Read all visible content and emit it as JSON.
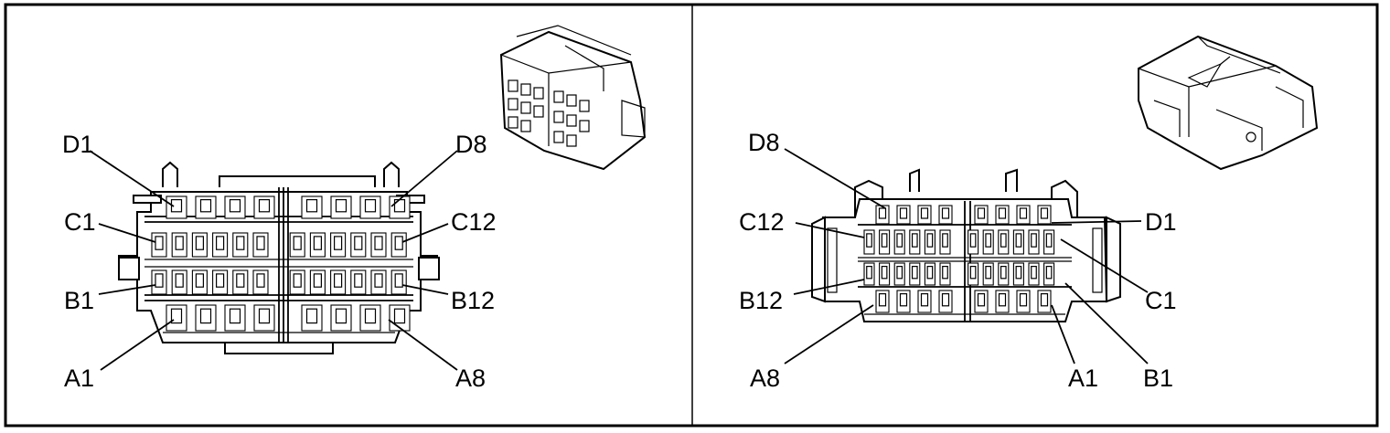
{
  "left_view": {
    "labels": {
      "d1": "D1",
      "d8": "D8",
      "c1": "C1",
      "c12": "C12",
      "b1": "B1",
      "b12": "B12",
      "a1": "A1",
      "a8": "A8"
    }
  },
  "right_view": {
    "labels": {
      "d8": "D8",
      "d1": "D1",
      "c12": "C12",
      "c1": "C1",
      "b12": "B12",
      "b1": "B1",
      "a8": "A8",
      "a1": "A1"
    }
  }
}
